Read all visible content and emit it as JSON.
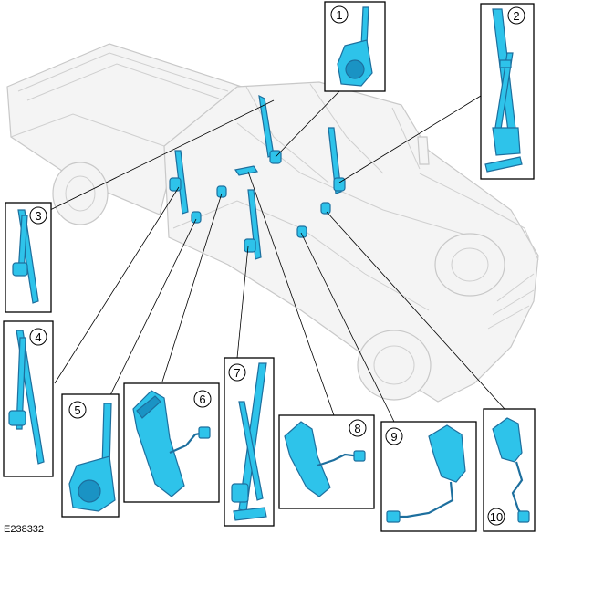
{
  "diagram": {
    "reference_code": "E238332",
    "colors": {
      "part_fill": "#2ec3ea",
      "part_dark": "#1a93c4",
      "ghost_vehicle": "#e9e9e9"
    },
    "callouts": [
      "1",
      "2",
      "3",
      "4",
      "5",
      "6",
      "7",
      "8",
      "9",
      "10"
    ]
  }
}
